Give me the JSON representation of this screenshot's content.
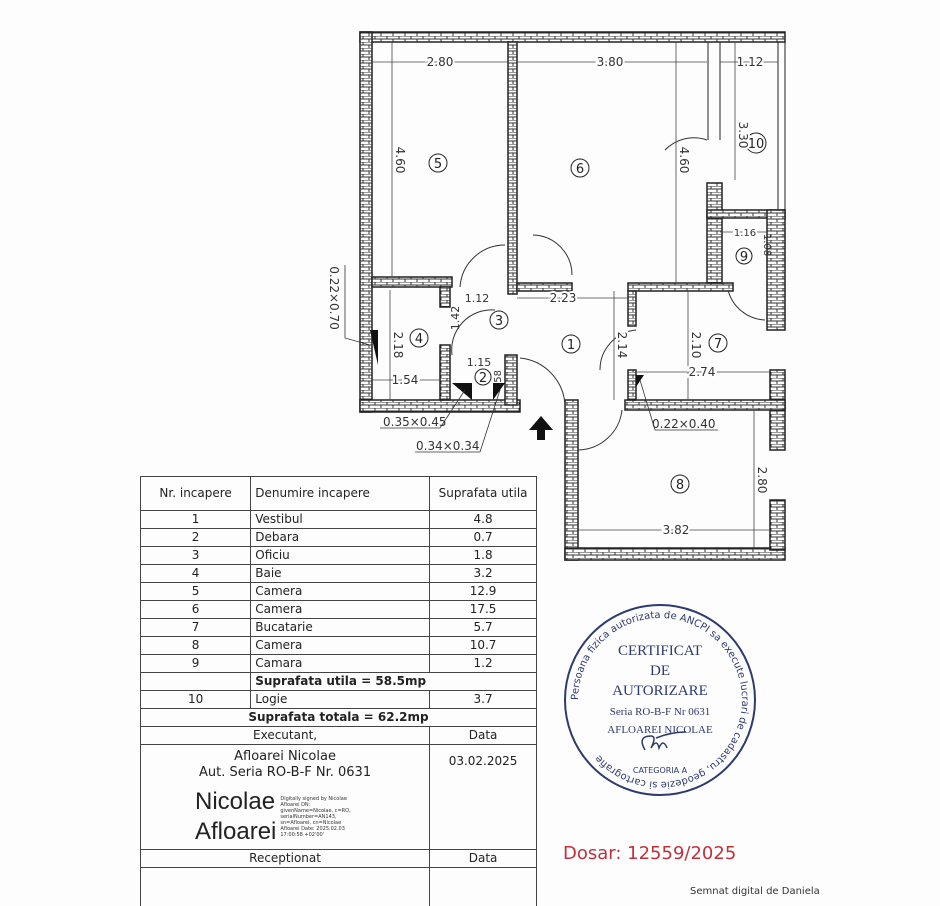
{
  "plan": {
    "rooms": [
      "1",
      "2",
      "3",
      "4",
      "5",
      "6",
      "7",
      "8",
      "9",
      "10"
    ],
    "dims": {
      "r5_w": "2.80",
      "r6_w": "3.80",
      "r10_w": "1.12",
      "r5_h": "4.60",
      "r6_h": "4.60",
      "r10_h": "3.30",
      "r9_w": "1.16",
      "r9_h": "1.08",
      "r3_w": "1.12",
      "r1_w": "2.23",
      "r3_h": "1.42",
      "r4_h": "2.18",
      "r4_w": "1.54",
      "r2_w": "1.15",
      "r2_h": ".58",
      "r1_h": "2.14",
      "r7_h": "2.10",
      "r7_w": "2.74",
      "r8_h": "2.80",
      "r8_w": "3.82"
    },
    "callouts": {
      "win4": "0.22×0.70",
      "win2a": "0.35×0.45",
      "win2b": "0.34×0.34",
      "win7": "0.22×0.40"
    }
  },
  "table": {
    "headers": [
      "Nr. incapere",
      "Denumire incapere",
      "Suprafata utila"
    ],
    "rows": [
      {
        "nr": "1",
        "name": "Vestibul",
        "area": "4.8"
      },
      {
        "nr": "2",
        "name": "Debara",
        "area": "0.7"
      },
      {
        "nr": "3",
        "name": "Oficiu",
        "area": "1.8"
      },
      {
        "nr": "4",
        "name": "Baie",
        "area": "3.2"
      },
      {
        "nr": "5",
        "name": "Camera",
        "area": "12.9"
      },
      {
        "nr": "6",
        "name": "Camera",
        "area": "17.5"
      },
      {
        "nr": "7",
        "name": "Bucatarie",
        "area": "5.7"
      },
      {
        "nr": "8",
        "name": "Camera",
        "area": "10.7"
      },
      {
        "nr": "9",
        "name": "Camara",
        "area": "1.2"
      }
    ],
    "subtotal": "Suprafata utila = 58.5mp",
    "row10": {
      "nr": "10",
      "name": "Logie",
      "area": "3.7"
    },
    "total": "Suprafata totala = 62.2mp",
    "executant_label": "Executant,",
    "data_label": "Data",
    "executant_name": "Afloarei Nicolae",
    "executant_auth": "Aut. Seria RO-B-F Nr. 0631",
    "executant_date": "03.02.2025",
    "sig_first": "Nicolae",
    "sig_last": "Afloarei",
    "sig_details": "Digitally signed by Nicolae Afloarei DN: givenName=Nicolae, c=RO, serialNumber=AN143, sn=Afloarei, cn=Nicolae Afloarei Date: 2025.02.03 17:00:58 +02'00'",
    "receptionat_label": "Receptionat",
    "data_label2": "Data"
  },
  "stamp": {
    "ring": "Persoana fizica autorizata de ANCPI sa execute lucrari de cadastru, geodezie si cartografie",
    "l1": "CERTIFICAT",
    "l2": "DE",
    "l3": "AUTORIZARE",
    "l4": "Seria RO-B-F Nr 0631",
    "l5": "AFLOAREI NICOLAE",
    "l6": "CATEGORIA A",
    "color": "#2d3a6e"
  },
  "dosar": "Dosar: 12559/2025",
  "semnat": "Semnat digital de Daniela"
}
